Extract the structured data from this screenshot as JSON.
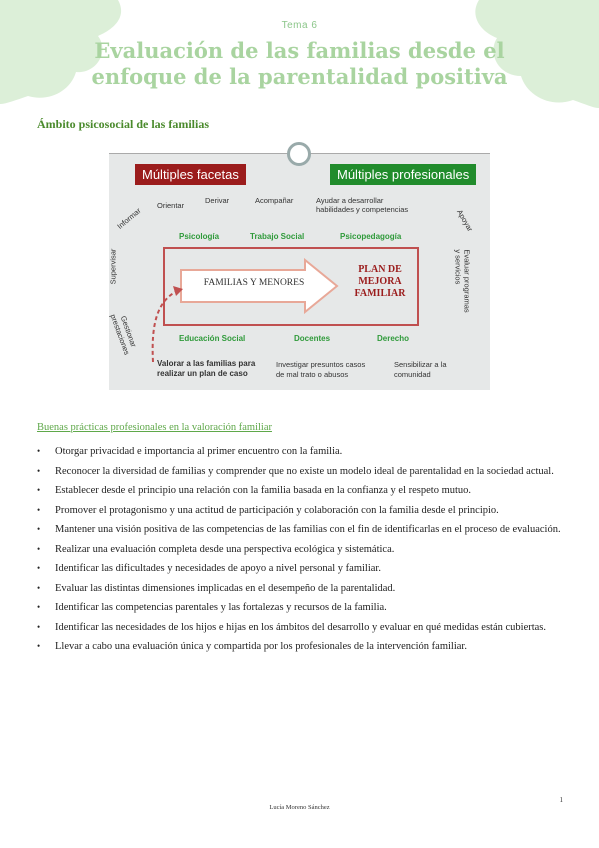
{
  "header": {
    "topic": "Tema 6",
    "title_line1": "Evaluación de las familias desde el",
    "title_line2": "enfoque de la parentalidad positiva"
  },
  "section_title": "Ámbito psicosocial de las familias",
  "diagram": {
    "header_left": "Múltiples facetas",
    "header_right": "Múltiples profesionales",
    "facets": [
      "Informar",
      "Orientar",
      "Derivar",
      "Acompañar",
      "Ayudar a desarrollar",
      "habilidades y competencias",
      "Apoyar",
      "Supervisar",
      "Gestionar",
      "prestaciones",
      "Evaluar programas",
      "y servicios"
    ],
    "disciplines_top": [
      "Psicología",
      "Trabajo Social",
      "Psicopedagogía"
    ],
    "disciplines_bottom": [
      "Educación Social",
      "Docentes",
      "Derecho"
    ],
    "arrow_text": "FAMILIAS Y MENORES",
    "plan_text": [
      "PLAN DE",
      "MEJORA",
      "FAMILIAR"
    ],
    "bottom": {
      "left_line1": "Valorar a las familias para",
      "left_line2": "realizar un plan de caso",
      "mid_line1": "Investigar presuntos casos",
      "mid_line2": "de mal trato o abusos",
      "right_line1": "Sensibilizar a la",
      "right_line2": "comunidad"
    },
    "colors": {
      "red": "#9b1c1c",
      "green": "#218c2c",
      "background": "#e6e8e8"
    }
  },
  "subtitle": "Buenas prácticas profesionales en la valoración familiar",
  "practices": [
    "Otorgar privacidad e importancia al primer encuentro con la familia.",
    "Reconocer la diversidad de familias y comprender que no existe un modelo ideal de parentalidad en la sociedad actual.",
    "Establecer desde el principio una relación con la familia basada en la confianza y el respeto mutuo.",
    "Promover el protagonismo y una actitud de participación y colaboración con la familia desde el principio.",
    "Mantener una visión positiva de las competencias de las familias con el fin de identificarlas en el proceso de evaluación.",
    "Realizar una evaluación completa desde una perspectiva ecológica y sistemática.",
    "Identificar las dificultades y necesidades de apoyo a nivel personal y familiar.",
    "Evaluar las distintas dimensiones implicadas en el desempeño de la parentalidad.",
    "Identificar las competencias parentales y las fortalezas y recursos de la familia.",
    "Identificar las necesidades de los hijos e hijas en los ámbitos del desarrollo y evaluar en qué medidas están cubiertas.",
    "Llevar a cabo una evaluación única y compartida por los profesionales de la intervención familiar."
  ],
  "footer": {
    "page_number": "1",
    "author": "Lucía Moreno Sánchez"
  }
}
